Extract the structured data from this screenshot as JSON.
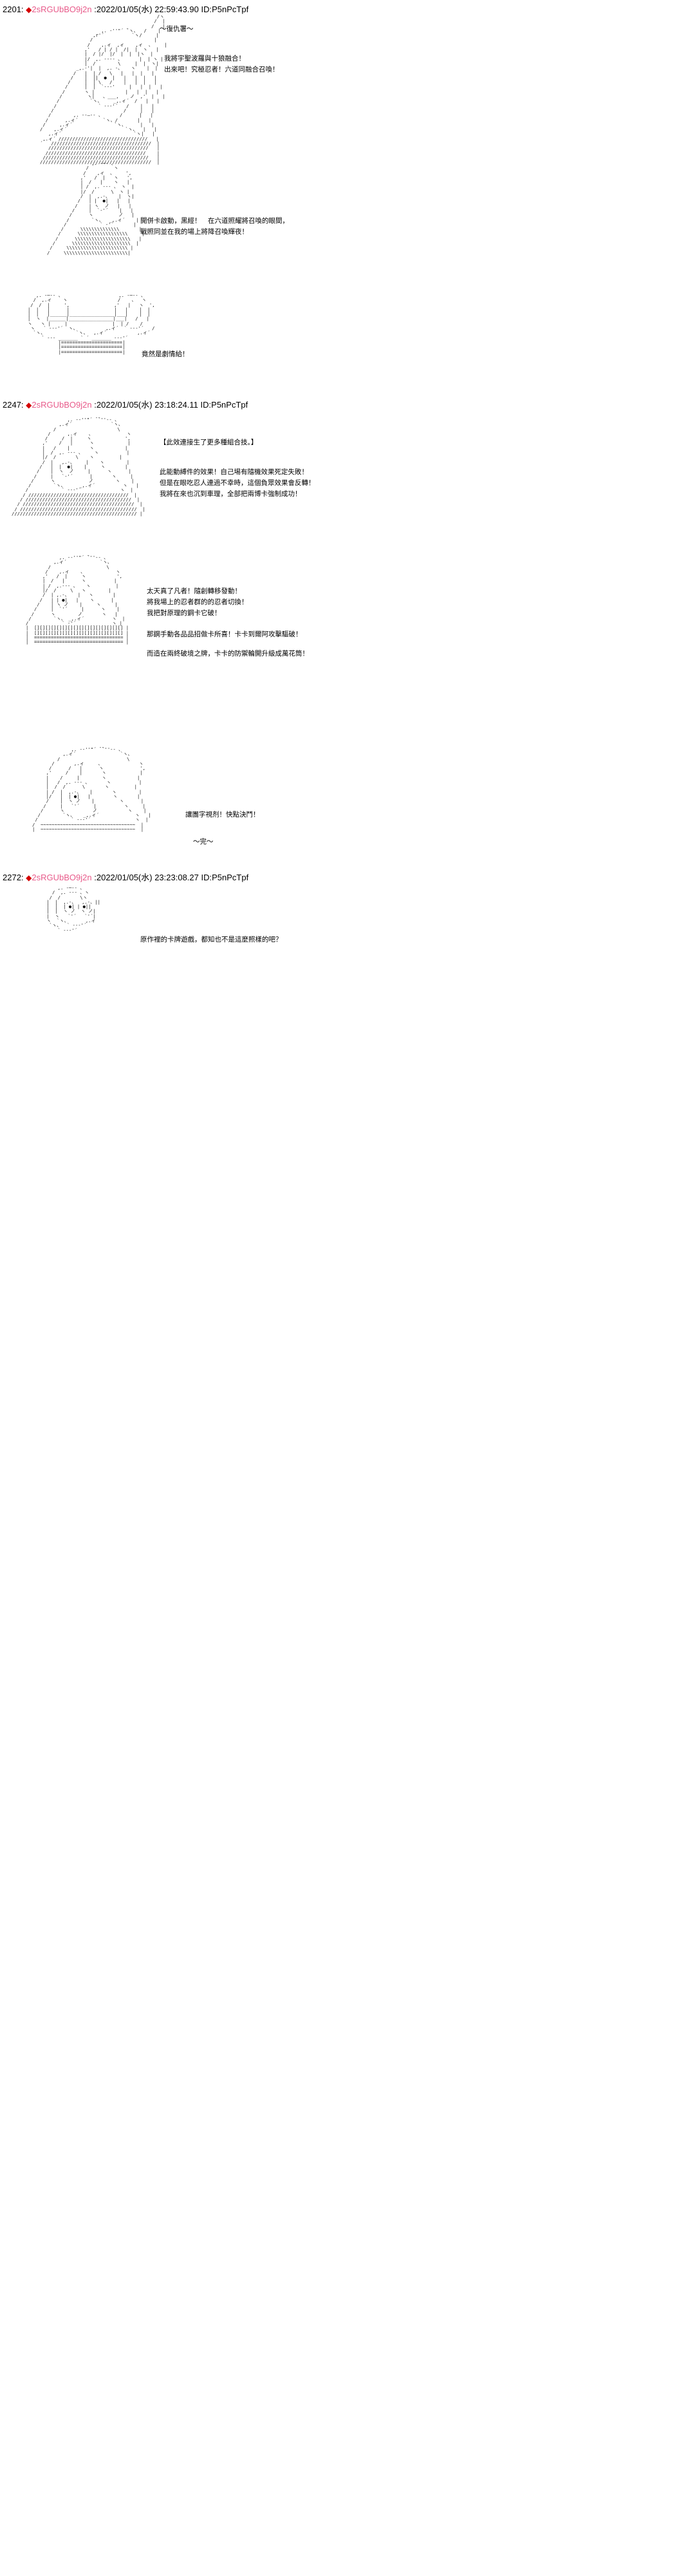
{
  "board": {
    "background_color": "#ffffff",
    "handle_color": "#e85a8a",
    "diamond_color": "#d40000",
    "text_color": "#000000"
  },
  "posts": [
    {
      "number": "2201",
      "colon": ":",
      "diamond": "◆",
      "handle": "2sRGUbBO9j2n",
      "date": ":2022/01/05(水) 22:59:43.90",
      "uid": "ID:P5nPcTpf",
      "scenes": [
        {
          "id": "scene-1-title",
          "dialogue": [
            "～復仇署～"
          ]
        },
        {
          "id": "scene-1-a",
          "dialogue": [
            "我將宇聖波羅與十狼融合！",
            "出來吧！究極忍者！六道同融合召喚！"
          ]
        },
        {
          "id": "scene-1-b",
          "dialogue": [
            "開併卡啟動，黑經！　在六道照耀將召喚的眼間，",
            "戰照同並在我的場上將降召喚輝夜！"
          ]
        },
        {
          "id": "scene-1-c",
          "dialogue": [
            "竟然是劇情給！"
          ]
        }
      ]
    },
    {
      "number": "2247",
      "colon": ":",
      "diamond": "◆",
      "handle": "2sRGUbBO9j2n",
      "date": ":2022/01/05(水) 23:18:24.11",
      "uid": "ID:P5nPcTpf",
      "scenes": [
        {
          "id": "scene-2-title",
          "dialogue": [
            "【此效連接生了更多種組合技。】"
          ]
        },
        {
          "id": "scene-2-a",
          "dialogue": [
            "此能動縛件的效果！自己埸有隨機效果死定失敗！",
            "但是在眼吃忍人連過不幸時，這個負眾效果會反轉！",
            "我將在來也沉到車理，全部把兩博卡強制成功！"
          ]
        },
        {
          "id": "scene-2-b",
          "dialogue": [
            "太天真了凡者！隨創轉移發動！",
            "將我場上的忍者群的的忍者切換！",
            "我把對原理的鋼卡它破！",
            "那鋼手動各品品招做卡所喜！卡卡到爾阿攻擊驅破！",
            "而造在兩終破境之牌，卡卡的防禦輪開升級成萬花筒！"
          ]
        },
        {
          "id": "scene-2-c",
          "dialogue": [
            "讓團字視剂！快點決鬥！"
          ]
        },
        {
          "id": "scene-2-d",
          "dialogue": [
            "～完～"
          ]
        }
      ]
    },
    {
      "number": "2272",
      "colon": ":",
      "diamond": "◆",
      "handle": "2sRGUbBO9j2n",
      "date": ":2022/01/05(水) 23:23:08.27",
      "uid": "ID:P5nPcTpf",
      "scenes": [
        {
          "id": "scene-3-a",
          "dialogue": [
            "原作裡的卡牌遊戲，都知也不是這麼照樣的吧？"
          ]
        }
      ]
    }
  ],
  "art": {
    "scene_1_fig1": "                                          /ヽ\n                                         /  |\n                                        /   |\n                      ,. ‐''\"´ ̄`ヽ、  /    |\n                   ,r'´          `ヽ/     |\n                  /                      |\n                 /    ,.ィ  ,ィ    ,ィ  、    |\n                ,'   / | / |  /|  |  ヽ   |\n                |  / |/  |/  |  |  |ヽ  |\n                |/  ,. -‐‐- 、      |  | ヽ |\n                |  /        \\     |  |  ヽ|\n             _,.‐'|  |  ,. -、   ヽ    |  |   |\n            /   |  | /   \\   |   |  |   |\n           /    |  ||  ●  |   |   |  |   |\n          /     |  | \\   /    |   |  |   |\n         /      |  |  `‐-‐'     |   |  |   |\n        /       ヽ |           |   |  |   |\n       /         ヽ|   、___,    ノ  ,'  |   |\n      /           `ヽ、    _,.ィ´  /   |   |\n     /               ` ‐-‐'´   /    |   |\n    /                         /     |   |\n   /        ,. -‐―‐- 、      /      |   |\n  /      ,.ィ´         `ヽ、/       |   |\n /     ,.ィ´               `ヽ、     |   |\n/    ,.ィ´                     `ヽ、  |   |\n   ,.ィ´                          `ヽ|   |\n ,.ィ´ ////////////////////////////////   |\n´   ////////////////////////////////////  |\n   ////////////////////////////////////   |\n  ////////////////////////////////////    |\n //////////////////////////////////////   |\n////////////////////////////////////////  |\n",
    "scene_1_fig2": "                   ,. -─- 、\n                 /         ヽ\n                /    ,ィ  、    ',\n               ,'   /  |   ヽ   ',\n               |  /   |    ヽ   |\n               | /  ,. -‐- 、 ヽ  |\n               |/  /      \\  ヽ |\n               /  |  ,.-、   |  ヽ|\n              /   | |  ●|   |   |\n             /    | ヽ  ノ   |   |\n            /     |  `‐'´    |   |\n           /      ヽ         ノ   |\n          /        `ヽ、  _,.ィ´    |\n         /            ` ‐'´       |\n        /      \\\\\\\\\\\\\\\\\\\\\\\\\\\\       |\n       /      \\\\\\\\\\\\\\\\\\\\\\\\\\\\\\\\\\\\     |\n      /      \\\\\\\\\\\\\\\\\\\\\\\\\\\\\\\\\\\\\\\\   |\n     /      \\\\\\\\\\\\\\\\\\\\\\\\\\\\\\\\\\\\\\\\\\  |\n    /     \\\\\\\\\\\\\\\\\\\\\\\\\\\\\\\\\\\\\\\\\\\\ |\n   /     \\\\\\\\\\\\\\\\\\\\\\\\\\\\\\\\\\\\\\\\\\\\\\|\n",
    "scene_1_fig3": "      ,. -─‐- 、                    ,. -─‐- 、\n     /  ,.ィ    ヽ                  /    、  ヽ\n    /  /  |     ',                ,'   |   ヽ  ',\n   |  |   |      |                |   |    |  |\n   |  |   |______|________________|___|    |  |\n   |  ヽ  |______|________________|___|   /   |\n   ヽ   ヽ |     |                |  | /    /\n    ヽ   ` ‐-‐'´  ヽ、          ,.ィ´  ` ‐-‐'´   /\n     `ヽ、           `ヽ、  ,.ィ´           ,.ィ´\n        ` ‐-‐ _______ ` ´ _______ ‐-‐'´\n              |======================|\n              |======================|\n              |======================|\n",
    "scene_2_fig1": "                    ,. -‐''\"´ ̄ ̄`''‐- 、\n                 ,.ィ´              `ヽ、\n               /                      \\\n             /      ,.ィ    、            ヽ\n            /     /  |     ヽ            ',\n           ,'    /   |      ヽ            |\n           |   /    |       ヽ           |\n           |  /  ,. -‐- 、    ヽ          |\n           |/  /       \\    ヽ         |\n           /  |   ,.-、    |    ヽ        |\n          /   |  |  ●|    |     ヽ       |\n         /    |  ヽ  ノ     |      ヽ      |\n        /     |   `‐'´      |       ヽ     |\n       /      ヽ            ノ        ヽ    |\n      /        `ヽ、     _,.ィ´          ヽ   |\n     /            ` ‐-‐'´              ヽ  |\n    / ////////////////////////////////////  |\n   / //////////////////////////////////////  |\n  / ////////////////////////////////////////  |\n / //////////////////////////////////////////  |\n///////////////////////////////////////////// |\n",
    "scene_2_fig2": "            ,. -‐''\"´ ̄`''‐- 、\n          ,.ィ´            `ヽ、\n        /                    \\\n       /    ,.ィ    、           ヽ\n      ,'   /  |     ヽ           ',\n      |  /   |      ヽ          |\n      | /  ,.-‐- 、   ヽ         |\n      |/  /     \\   ヽ        |\n      /  | ,.-、   |   ヽ       |\n     /   | | ●|   |    ヽ      |\n    /    | ヽ ノ    |     ヽ     |\n   /     |  `'´     |      ヽ    |\n  /      ヽ        ノ       ヽ   |\n /        `ヽ、 _,.ィ´          ヽ  |\n/            ` ‐'´             ヽ |\n|  [][][][][][][][][][][][][][][][] |\n|  [][][][][][][][][][][][][][][][] |\n|  ================================ |\n|  ================================ |\n",
    "scene_2_fig3": "              ,. -‐''\"´ ̄ ̄`''‐- 、\n           ,.ィ´                `ヽ、\n         /                        \\\n       /       ,.ィ     、             ヽ\n      /      /   |      ヽ             ',\n     ,'     /    |       ヽ            |\n     |    /     |        ヽ           |\n     |   /  ,. -‐- 、      ヽ          |\n     |  /  /      \\       ヽ         |\n     | /  |  ,.-、   |       ヽ        |\n     |/   |  | ●|   |        ヽ       |\n     /    |  ヽ ノ    |         ヽ      |\n    /     |   `'´     |          ヽ     |\n   /      ヽ          ノ           ヽ    |\n  /        `ヽ、   _,.ィ´             ヽ   |\n /            ` ‐-‐'´                ヽ  |\n/  ~~~~~~~~~~~~~~~~~~~~~~~~~~~~~~~~~~  |\n|  ~~~~~~~~~~~~~~~~~~~~~~~~~~~~~~~~~~  |\n",
    "scene_3_fig1": "        ,. -─‐- 、\n      /  ,. -‐- 、ヽ\n     /  /       \\ヽ\n    |  |  ,.-、  ,.-、||\n    |  |  | ●| | ●||\n    |  |  ヽ ノ  ヽ ノ|\n    |  ヽ   `'´   `'´|\n    ヽ  `ヽ、      ,.ィ\n     `ヽ、  ` ‐-‐'´\n        ` ‐-‐'´\n"
  }
}
